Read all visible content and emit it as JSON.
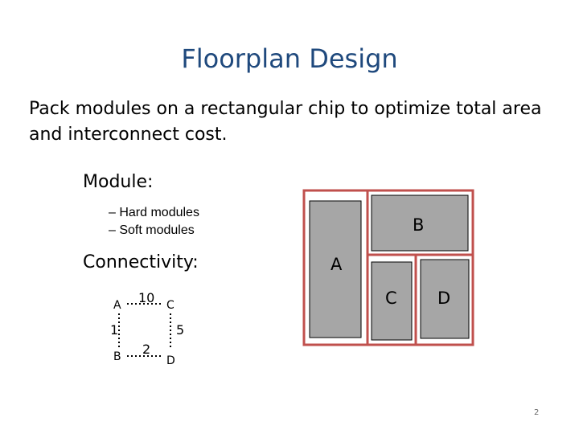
{
  "slide": {
    "title": "Floorplan Design",
    "intro": "Pack modules on a rectangular chip to optimize total area and interconnect cost.",
    "module_heading": "Module:",
    "bullets": [
      "– Hard modules",
      "– Soft modules"
    ],
    "connectivity_heading": "Connectivity:",
    "page_number": "2"
  },
  "graph": {
    "nodes": [
      {
        "id": "A",
        "label": "A"
      },
      {
        "id": "B",
        "label": "B"
      },
      {
        "id": "C",
        "label": "C"
      },
      {
        "id": "D",
        "label": "D"
      }
    ],
    "edges": [
      {
        "from": "A",
        "to": "C",
        "weight": "10"
      },
      {
        "from": "A",
        "to": "B",
        "weight": "1"
      },
      {
        "from": "C",
        "to": "D",
        "weight": "5"
      },
      {
        "from": "B",
        "to": "D",
        "weight": "2"
      }
    ]
  },
  "floorplan": {
    "modules": [
      {
        "id": "A",
        "label": "A"
      },
      {
        "id": "B",
        "label": "B"
      },
      {
        "id": "C",
        "label": "C"
      },
      {
        "id": "D",
        "label": "D"
      }
    ],
    "colors": {
      "border": "#C0504D",
      "module_fill": "#A6A6A6",
      "module_stroke": "#000000",
      "title": "#1F497D"
    }
  }
}
